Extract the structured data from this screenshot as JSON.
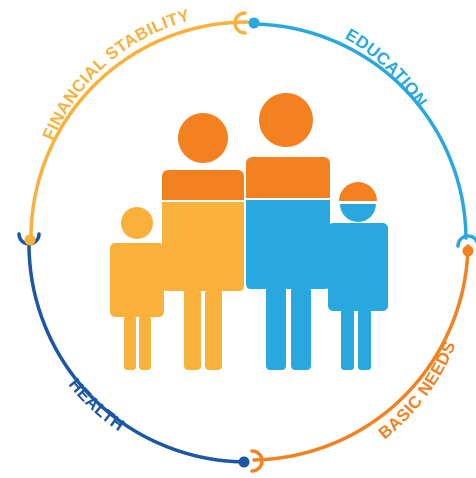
{
  "segments": [
    {
      "label": "FINANCIAL STABILITY",
      "color": "#F9B13B"
    },
    {
      "label": "EDUCATION",
      "color": "#29A8E0"
    },
    {
      "label": "BASIC NEEDS",
      "color": "#F48120"
    },
    {
      "label": "HEALTH",
      "color": "#1B57A4"
    }
  ],
  "figures": {
    "head_color": "#F48120",
    "child_left_color": "#F9B13B",
    "adult_left_color": "#F9B13B",
    "adult_right_color": "#29A8E0",
    "child_right_color": "#29A8E0"
  },
  "center_icon": "family-icon"
}
